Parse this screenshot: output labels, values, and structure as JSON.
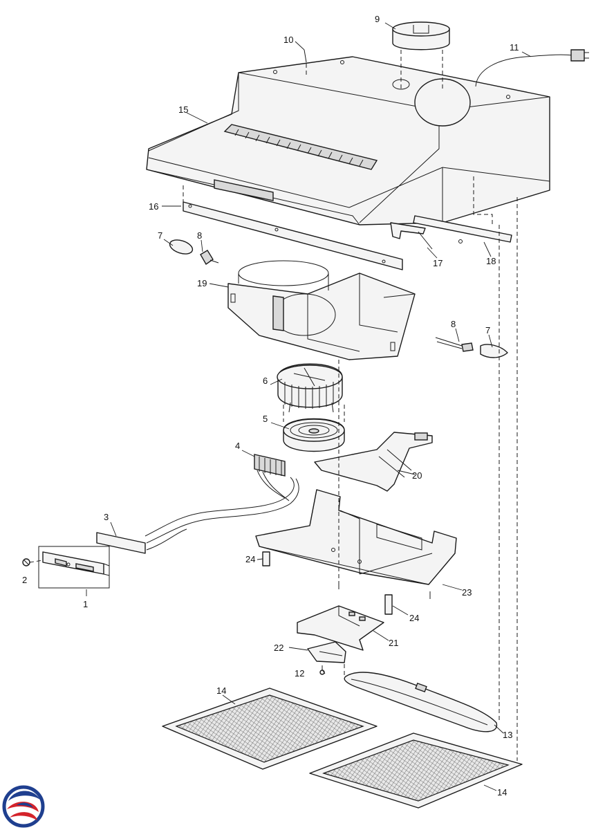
{
  "callouts": [
    {
      "id": "c1",
      "text": "1"
    },
    {
      "id": "c2",
      "text": "2"
    },
    {
      "id": "c3",
      "text": "3"
    },
    {
      "id": "c4",
      "text": "4"
    },
    {
      "id": "c5",
      "text": "5"
    },
    {
      "id": "c6",
      "text": "6"
    },
    {
      "id": "c7a",
      "text": "7"
    },
    {
      "id": "c7b",
      "text": "7"
    },
    {
      "id": "c8a",
      "text": "8"
    },
    {
      "id": "c8b",
      "text": "8"
    },
    {
      "id": "c9",
      "text": "9"
    },
    {
      "id": "c10",
      "text": "10"
    },
    {
      "id": "c11",
      "text": "11"
    },
    {
      "id": "c12",
      "text": "12"
    },
    {
      "id": "c13",
      "text": "13"
    },
    {
      "id": "c14a",
      "text": "14"
    },
    {
      "id": "c14b",
      "text": "14"
    },
    {
      "id": "c15",
      "text": "15"
    },
    {
      "id": "c16",
      "text": "16"
    },
    {
      "id": "c17",
      "text": "17"
    },
    {
      "id": "c18",
      "text": "18"
    },
    {
      "id": "c19",
      "text": "19"
    },
    {
      "id": "c20",
      "text": "20"
    },
    {
      "id": "c21",
      "text": "21"
    },
    {
      "id": "c22",
      "text": "22"
    },
    {
      "id": "c23",
      "text": "23"
    },
    {
      "id": "c24a",
      "text": "24"
    },
    {
      "id": "c24b",
      "text": "24"
    }
  ],
  "logo": {
    "icon": "brand-swirl-icon",
    "colors": {
      "red": "#d4232b",
      "blue": "#1f3f8f"
    }
  }
}
